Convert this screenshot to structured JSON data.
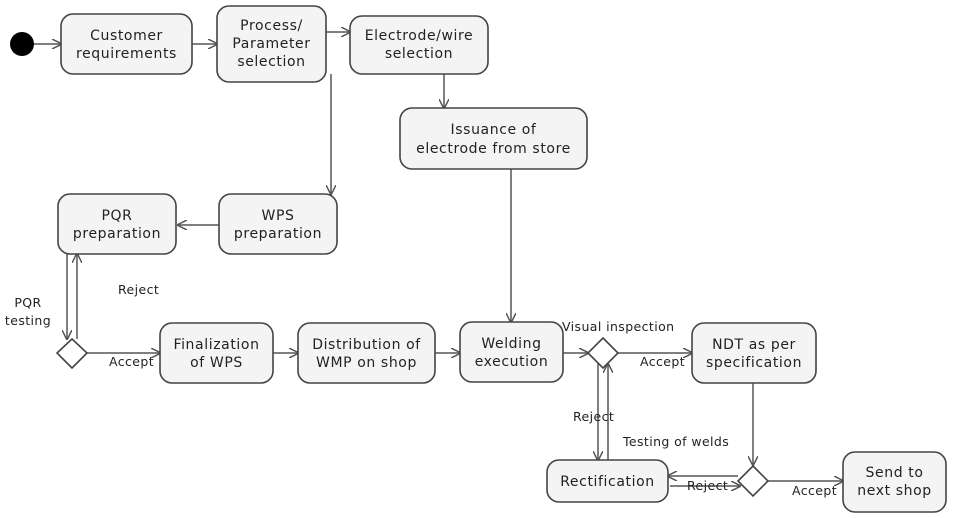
{
  "nodes": {
    "customer_requirements": [
      "Customer",
      "requirements"
    ],
    "process_selection": [
      "Process/",
      "Parameter",
      "selection"
    ],
    "electrode_selection": [
      "Electrode/wire",
      "selection"
    ],
    "issuance_electrode": [
      "Issuance of",
      "electrode from store"
    ],
    "wps_preparation": [
      "WPS",
      "preparation"
    ],
    "pqr_preparation": [
      "PQR",
      "preparation"
    ],
    "finalization_wps": [
      "Finalization",
      "of WPS"
    ],
    "distribution_wmp": [
      "Distribution of",
      "WMP on shop"
    ],
    "welding_execution": [
      "Welding",
      "execution"
    ],
    "ndt": [
      "NDT as per",
      "specification"
    ],
    "rectification": [
      "Rectification"
    ],
    "send_next_shop": [
      "Send to",
      "next shop"
    ]
  },
  "labels": {
    "pqr_testing": [
      "PQR",
      "testing"
    ],
    "reject_pqr": "Reject",
    "accept_pqr": "Accept",
    "visual_inspection": "Visual inspection",
    "accept_visual": "Accept",
    "reject_visual": "Reject",
    "testing_of_welds": "Testing of welds",
    "reject_testing": "Reject",
    "accept_testing": "Accept"
  },
  "colors": {
    "stroke": "#444444",
    "fill": "#f4f4f4",
    "start": "#000000"
  }
}
